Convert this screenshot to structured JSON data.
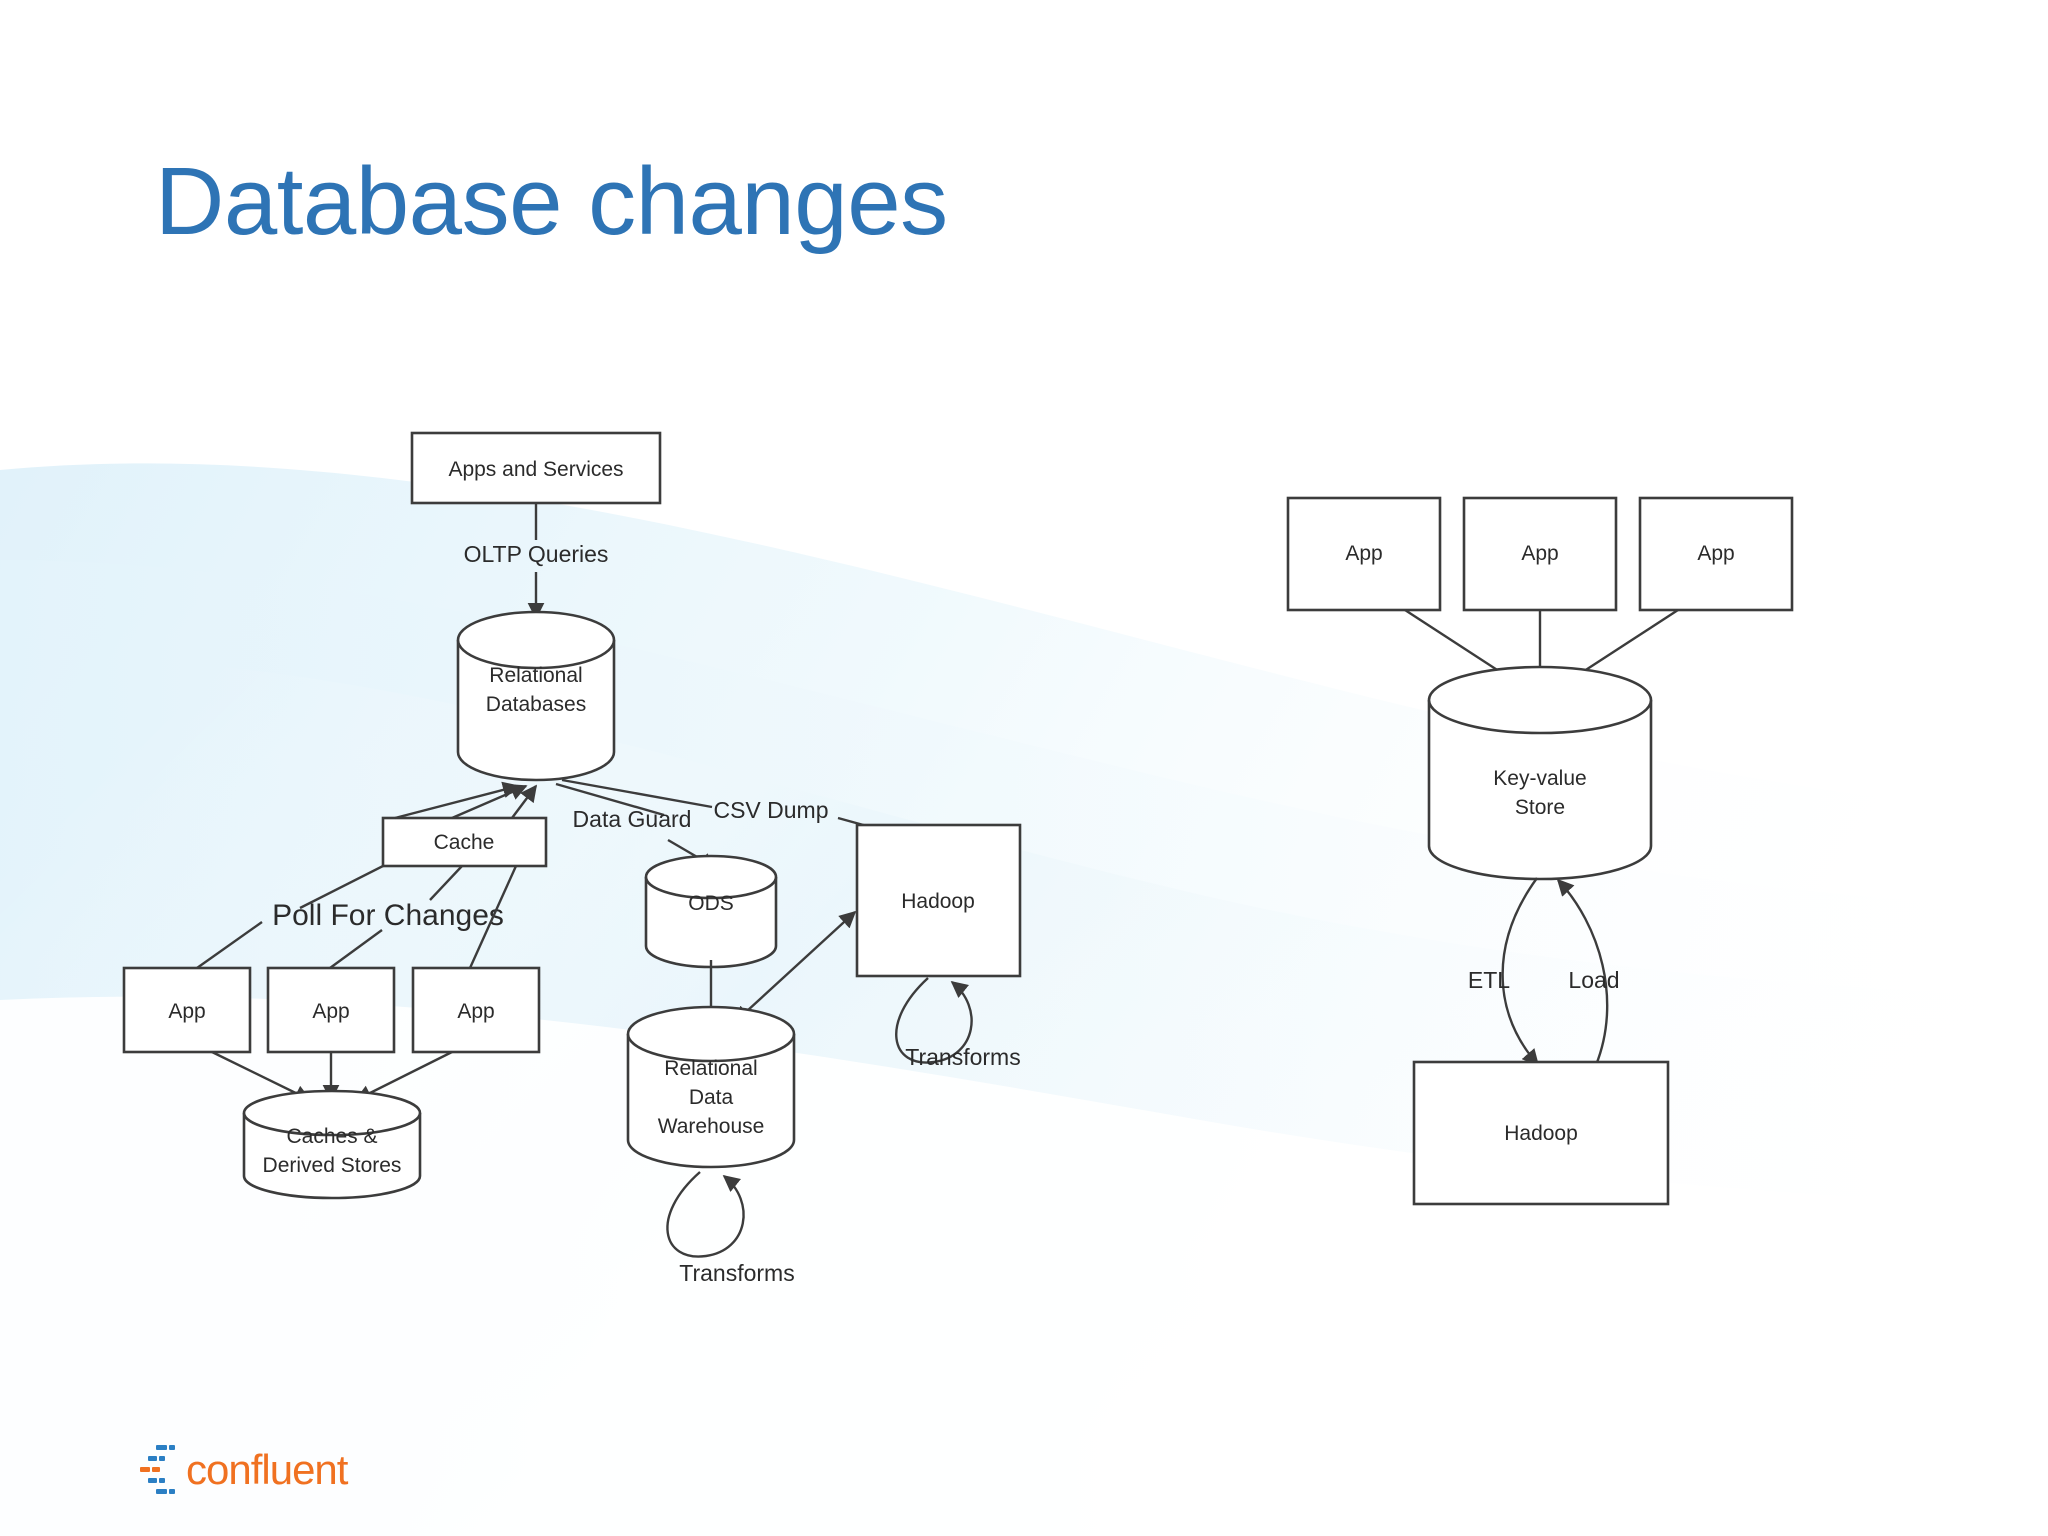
{
  "slide": {
    "title": "Database changes",
    "title_color": "#2e74b5",
    "background_color": "#ffffff",
    "wave_color": "#e6f4fb"
  },
  "brand": {
    "name": "confluent",
    "word_color": "#f07121",
    "mark_blue": "#2b7fc4",
    "mark_orange": "#f07121"
  },
  "diagram": {
    "stroke_color": "#3c3c3c",
    "fill_color": "#ffffff",
    "left_cluster": {
      "nodes": {
        "apps_and_services": "Apps and Services",
        "relational_databases_line1": "Relational",
        "relational_databases_line2": "Databases",
        "cache": "Cache",
        "app1": "App",
        "app2": "App",
        "app3": "App",
        "caches_derived_line1": "Caches &",
        "caches_derived_line2": "Derived Stores",
        "ods": "ODS",
        "rdw_line1": "Relational",
        "rdw_line2": "Data",
        "rdw_line3": "Warehouse",
        "hadoop": "Hadoop"
      },
      "edge_labels": {
        "oltp_queries": "OLTP Queries",
        "poll_for_changes": "Poll For Changes",
        "data_guard": "Data Guard",
        "csv_dump": "CSV Dump",
        "transforms_rdw": "Transforms",
        "transforms_hadoop": "Transforms"
      }
    },
    "right_cluster": {
      "nodes": {
        "app1": "App",
        "app2": "App",
        "app3": "App",
        "kv_store_line1": "Key-value",
        "kv_store_line2": "Store",
        "hadoop": "Hadoop"
      },
      "edge_labels": {
        "etl": "ETL",
        "load": "Load"
      }
    }
  }
}
